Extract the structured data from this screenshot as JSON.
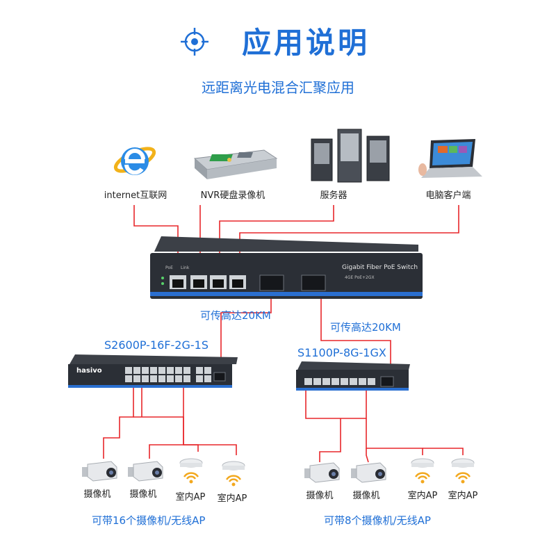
{
  "header": {
    "title": "应用说明",
    "subtitle": "远距离光电混合汇聚应用"
  },
  "top_devices": [
    {
      "label": "internet互联网",
      "icon": "internet-explorer-icon"
    },
    {
      "label": "NVR硬盘录像机",
      "icon": "nvr-icon"
    },
    {
      "label": "服务器",
      "icon": "server-icon"
    },
    {
      "label": "电脑客户端",
      "icon": "laptop-icon"
    }
  ],
  "main_switch": {
    "name": "Gigabit Fiber PoE Switch",
    "ports_label": "4GE PoE+2GX",
    "port_header_left": "PoE",
    "port_header_right": "Link"
  },
  "left_switch": {
    "model": "S2600P-16F-2G-1S",
    "brand": "hasivo",
    "distance": "可传高达20KM",
    "capacity": "可带16个摄像机/无线AP",
    "endpoints": [
      "摄像机",
      "摄像机",
      "室内AP",
      "室内AP"
    ]
  },
  "right_switch": {
    "model": "S1100P-8G-1GX",
    "distance": "可传高达20KM",
    "capacity": "可带8个摄像机/无线AP",
    "endpoints": [
      "摄像机",
      "摄像机",
      "室内AP",
      "室内AP"
    ]
  },
  "colors": {
    "accent": "#1f6fd6",
    "link": "#e8262a",
    "switch_body": "#2b2f36"
  }
}
